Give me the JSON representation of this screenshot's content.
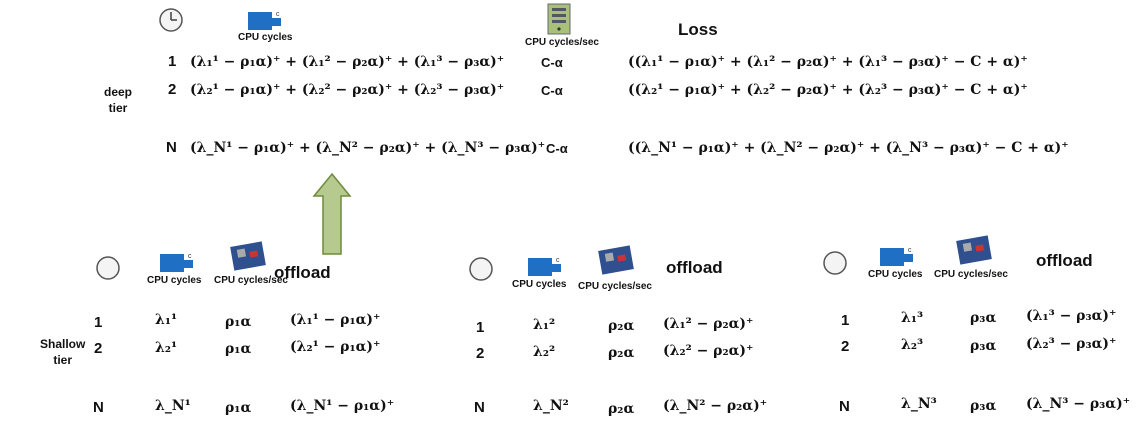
{
  "deep": {
    "loss_heading": "Loss",
    "cpu_cycles_label": "CPU cycles",
    "cpu_cycles_sec_label": "CPU cycles/sec",
    "tier_label": "deep\ntier",
    "rows": [
      {
        "index": "1",
        "sum": "(λ₁¹ − ρ₁α)⁺ + (λ₁² − ρ₂α)⁺ + (λ₁³ − ρ₃α)⁺",
        "cap": "C-α",
        "loss": "((λ₁¹ − ρ₁α)⁺ + (λ₁² − ρ₂α)⁺ + (λ₁³ − ρ₃α)⁺ − C + α)⁺"
      },
      {
        "index": "2",
        "sum": "(λ₂¹ − ρ₁α)⁺ + (λ₂² − ρ₂α)⁺ + (λ₂³ − ρ₃α)⁺",
        "cap": "C-α",
        "loss": "((λ₂¹ − ρ₁α)⁺ + (λ₂² − ρ₂α)⁺ + (λ₂³ − ρ₃α)⁺ − C + α)⁺"
      },
      {
        "index": "N",
        "sum": "(λ_N¹ − ρ₁α)⁺ + (λ_N² − ρ₂α)⁺ + (λ_N³ − ρ₃α)⁺",
        "cap": "C-α",
        "loss": "((λ_N¹ − ρ₁α)⁺ + (λ_N² − ρ₂α)⁺ + (λ_N³ − ρ₃α)⁺ − C + α)⁺"
      }
    ]
  },
  "shallow": {
    "tier_label": "Shallow\ntier",
    "offload_label": "offload",
    "cpu_cycles_label": "CPU cycles",
    "cpu_cycles_sec_label": "CPU cycles/sec",
    "groups": [
      {
        "rows": [
          {
            "index": "1",
            "lambda": "λ₁¹",
            "rho": "ρ₁α",
            "out": "(λ₁¹ − ρ₁α)⁺"
          },
          {
            "index": "2",
            "lambda": "λ₂¹",
            "rho": "ρ₁α",
            "out": "(λ₂¹ − ρ₁α)⁺"
          },
          {
            "index": "N",
            "lambda": "λ_N¹",
            "rho": "ρ₁α",
            "out": "(λ_N¹ − ρ₁α)⁺"
          }
        ]
      },
      {
        "rows": [
          {
            "index": "1",
            "lambda": "λ₁²",
            "rho": "ρ₂α",
            "out": "(λ₁² − ρ₂α)⁺"
          },
          {
            "index": "2",
            "lambda": "λ₂²",
            "rho": "ρ₂α",
            "out": "(λ₂² − ρ₂α)⁺"
          },
          {
            "index": "N",
            "lambda": "λ_N²",
            "rho": "ρ₂α",
            "out": "(λ_N² − ρ₂α)⁺"
          }
        ]
      },
      {
        "rows": [
          {
            "index": "1",
            "lambda": "λ₁³",
            "rho": "ρ₃α",
            "out": "(λ₁³ − ρ₃α)⁺"
          },
          {
            "index": "2",
            "lambda": "λ₂³",
            "rho": "ρ₃α",
            "out": "(λ₂³ − ρ₃α)⁺"
          },
          {
            "index": "N",
            "lambda": "λ_N³",
            "rho": "ρ₃α",
            "out": "(λ_N³ − ρ₃α)⁺"
          }
        ]
      }
    ]
  },
  "colors": {
    "queue_blue": "#1f6fc4",
    "arrow_fill": "#b6c98e",
    "arrow_stroke": "#6e8a3c",
    "server_green": "#a8c07a"
  },
  "icons": [
    "clock-icon",
    "queue-icon",
    "server-icon",
    "board-icon",
    "up-arrow-icon"
  ]
}
